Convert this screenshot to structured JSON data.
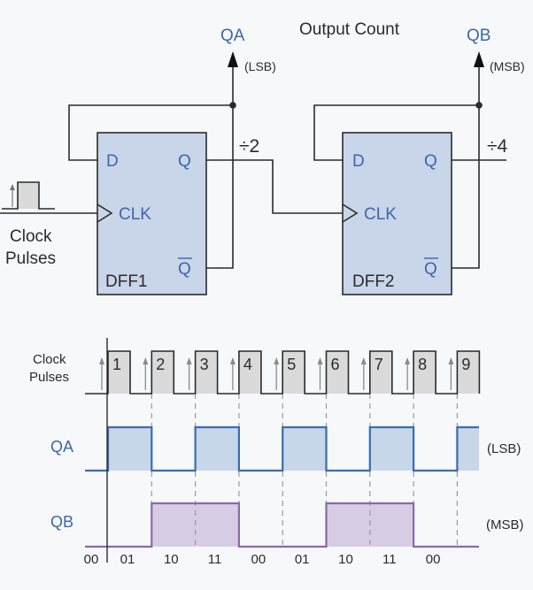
{
  "title": "Output Count",
  "outputs": {
    "qa": {
      "label": "QA",
      "bit": "(LSB)",
      "divide": "÷2"
    },
    "qb": {
      "label": "QB",
      "bit": "(MSB)",
      "divide": "÷4"
    }
  },
  "input": {
    "line1": "Clock",
    "line2": "Pulses"
  },
  "flipflops": [
    {
      "name": "DFF1",
      "d": "D",
      "q": "Q",
      "clk": "CLK",
      "qbar": "Q"
    },
    {
      "name": "DFF2",
      "d": "D",
      "q": "Q",
      "clk": "CLK",
      "qbar": "Q"
    }
  ],
  "timing": {
    "clock_label_line1": "Clock",
    "clock_label_line2": "Pulses",
    "qa_label": "QA",
    "qb_label": "QB",
    "qa_side": "(LSB)",
    "qb_side": "(MSB)",
    "pulses": [
      "1",
      "2",
      "3",
      "4",
      "5",
      "6",
      "7",
      "8",
      "9"
    ],
    "qa_levels": [
      1,
      0,
      1,
      0,
      1,
      0,
      1,
      0,
      1
    ],
    "qb_levels": [
      0,
      1,
      1,
      0,
      0,
      1,
      1,
      0,
      0
    ],
    "counts": [
      "00",
      "01",
      "10",
      "11",
      "00",
      "01",
      "10",
      "11",
      "00"
    ]
  },
  "colors": {
    "wire": "#2b2b2b",
    "box_fill": "#c9d5e8",
    "label_blue": "#3b67ab",
    "qa_fill": "#c8d6ea",
    "qa_line": "#3a6cb0",
    "qb_fill": "#d6cde4",
    "qb_line": "#8a6aa8",
    "clock_fill": "#dadada"
  }
}
